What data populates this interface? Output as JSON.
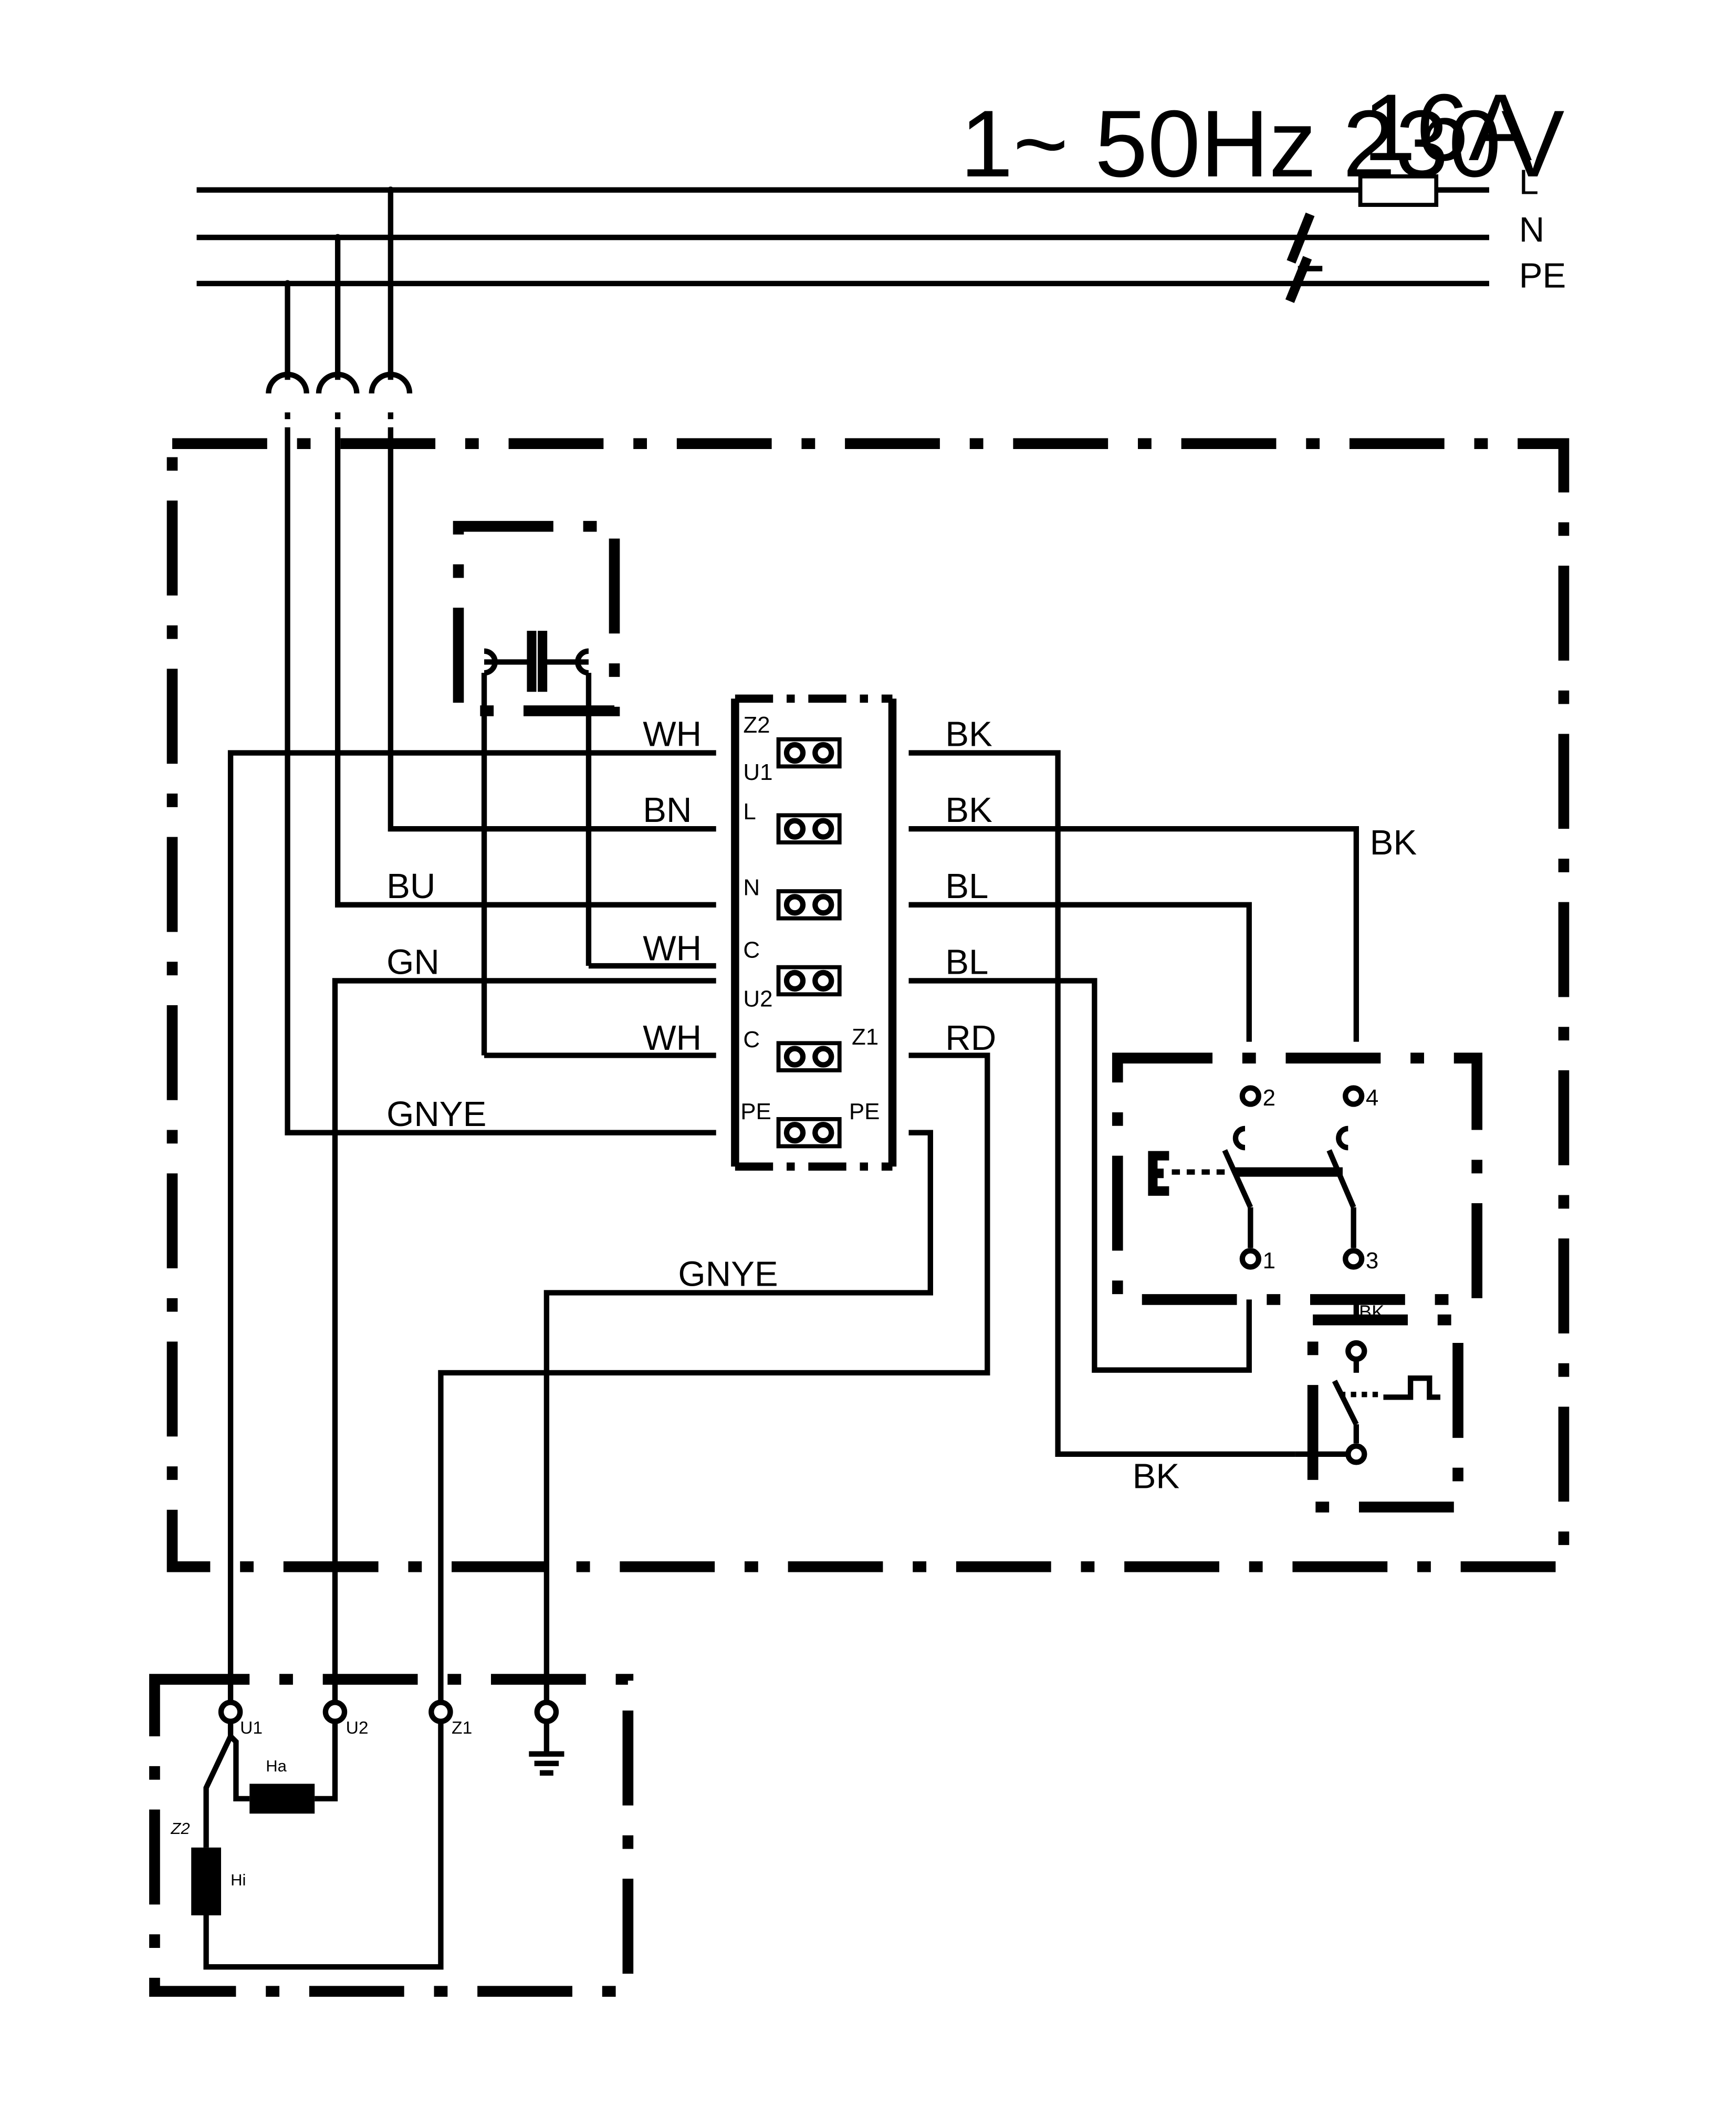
{
  "supply": {
    "rating": "1~ 50Hz 230V",
    "fuse": "16A",
    "lines": [
      "L",
      "N",
      "PE"
    ]
  },
  "terminal_block": {
    "left_labels": [
      "Z2",
      "U1",
      "L",
      "N",
      "C",
      "U2",
      "C",
      "PE"
    ],
    "right_labels": [
      "Z1",
      "PE"
    ]
  },
  "wires_left": [
    "WH",
    "BN",
    "BU",
    "GN",
    "WH",
    "WH",
    "GNYE"
  ],
  "wires_right": [
    "BK",
    "BK",
    "BL",
    "BL",
    "RD",
    "BK"
  ],
  "wires_other": [
    "GNYE",
    "BK",
    "BK"
  ],
  "switch": {
    "terminals": [
      "2",
      "4",
      "1",
      "3"
    ]
  },
  "motor": {
    "terminals": [
      "U1",
      "U2",
      "Z1"
    ],
    "windings": [
      "Ha",
      "Hi"
    ],
    "z2": "Z2"
  }
}
